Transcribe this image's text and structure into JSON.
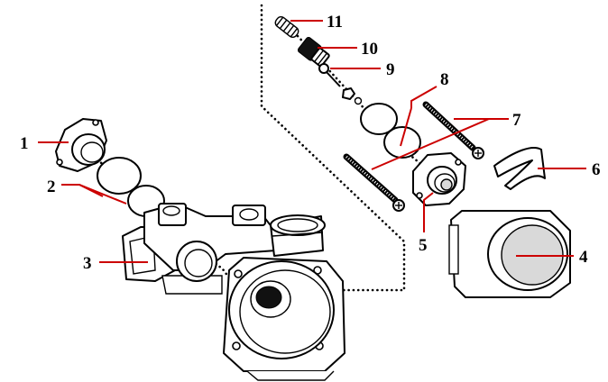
{
  "diagram": {
    "callouts": [
      {
        "id": "1",
        "text": "1"
      },
      {
        "id": "2",
        "text": "2"
      },
      {
        "id": "3",
        "text": "3"
      },
      {
        "id": "4",
        "text": "4"
      },
      {
        "id": "5",
        "text": "5"
      },
      {
        "id": "6",
        "text": "6"
      },
      {
        "id": "7",
        "text": "7"
      },
      {
        "id": "8",
        "text": "8"
      },
      {
        "id": "9",
        "text": "9"
      },
      {
        "id": "10",
        "text": "10"
      },
      {
        "id": "11",
        "text": "11"
      }
    ],
    "colors": {
      "leader_line": "#cc0000",
      "outline": "#000000",
      "background": "#ffffff"
    }
  }
}
